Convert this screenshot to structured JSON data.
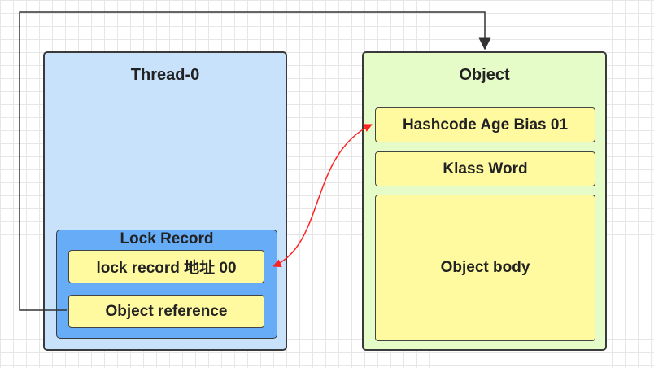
{
  "thread": {
    "title": "Thread-0",
    "lock_record": {
      "title": "Lock Record",
      "lock_record_cell": "lock  record 地址 00",
      "object_reference_cell": "Object reference"
    }
  },
  "object": {
    "title": "Object",
    "header_cell": "Hashcode Age Bias 01",
    "klass_cell": "Klass Word",
    "body_cell": "Object body"
  },
  "colors": {
    "thread_fill": "#c9e2fc",
    "lock_record_fill": "#66acf6",
    "object_fill": "#e5fbc8",
    "cell_fill": "#fff9a0",
    "swap_arrow": "#ff2020",
    "reference_line": "#333333"
  }
}
